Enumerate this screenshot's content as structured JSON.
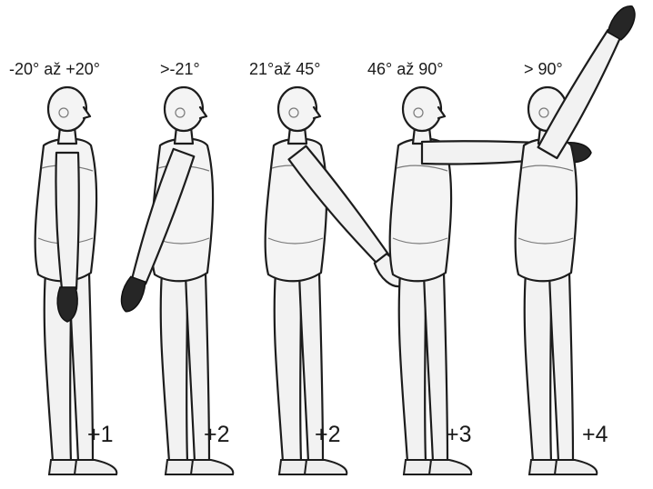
{
  "figures": [
    {
      "id": "fig1",
      "range_label": "-20° až +20°",
      "score": "+1",
      "arm_angle_deg": 0,
      "hand_dark": true,
      "icon": "standing-figure-arm-down"
    },
    {
      "id": "fig2",
      "range_label": ">-21°",
      "score": "+2",
      "arm_angle_deg": -20,
      "hand_dark": true,
      "icon": "standing-figure-arm-back"
    },
    {
      "id": "fig3",
      "range_label": "21°až 45°",
      "score": "+2",
      "arm_angle_deg": 38,
      "hand_dark": false,
      "icon": "standing-figure-arm-forward"
    },
    {
      "id": "fig4",
      "range_label": "46° až 90°",
      "score": "+3",
      "arm_angle_deg": 90,
      "hand_dark": true,
      "icon": "standing-figure-arm-horizontal"
    },
    {
      "id": "fig5",
      "range_label": "> 90°",
      "score": "+4",
      "arm_angle_deg": 150,
      "hand_dark": true,
      "icon": "standing-figure-arm-raised"
    }
  ],
  "colors": {
    "outline": "#1c1c1c",
    "skin": "#f4f4f4",
    "hand_dark": "#262626",
    "background": "#ffffff"
  }
}
